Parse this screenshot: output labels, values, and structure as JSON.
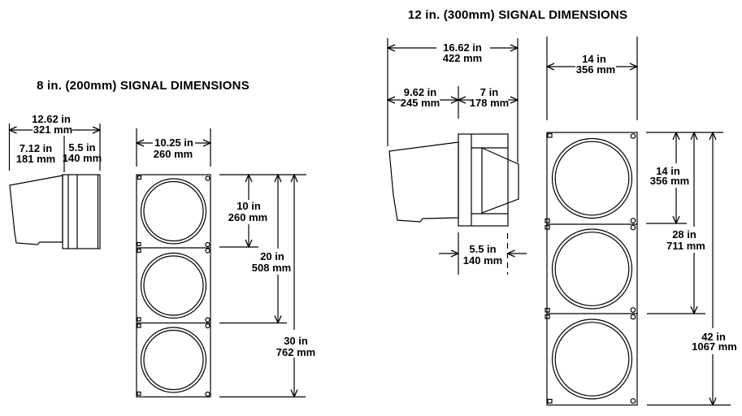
{
  "colors": {
    "background": "#ffffff",
    "line": "#000000",
    "text": "#000000"
  },
  "left": {
    "title": "8 in. (200mm) SIGNAL DIMENSIONS",
    "side": {
      "overall": {
        "in": "12.62 in",
        "mm": "321 mm"
      },
      "visor": {
        "in": "7.12 in",
        "mm": "181 mm"
      },
      "housing": {
        "in": "5.5 in",
        "mm": "140 mm"
      }
    },
    "front": {
      "width": {
        "in": "10.25 in",
        "mm": "260 mm"
      },
      "one_section": {
        "in": "10 in",
        "mm": "260 mm"
      },
      "two_sections": {
        "in": "20 in",
        "mm": "508 mm"
      },
      "three_sections": {
        "in": "30 in",
        "mm": "762 mm"
      }
    }
  },
  "right": {
    "title": "12 in. (300mm) SIGNAL DIMENSIONS",
    "side": {
      "overall": {
        "in": "16.62 in",
        "mm": "422 mm"
      },
      "visor": {
        "in": "9.62 in",
        "mm": "245 mm"
      },
      "door": {
        "in": "7 in",
        "mm": "178 mm"
      },
      "body": {
        "in": "5.5 in",
        "mm": "140 mm"
      }
    },
    "front": {
      "width": {
        "in": "14 in",
        "mm": "356 mm"
      },
      "one_section": {
        "in": "14 in",
        "mm": "356 mm"
      },
      "two_sections": {
        "in": "28 in",
        "mm": "711 mm"
      },
      "three_sections": {
        "in": "42 in",
        "mm": "1067 mm"
      }
    }
  }
}
